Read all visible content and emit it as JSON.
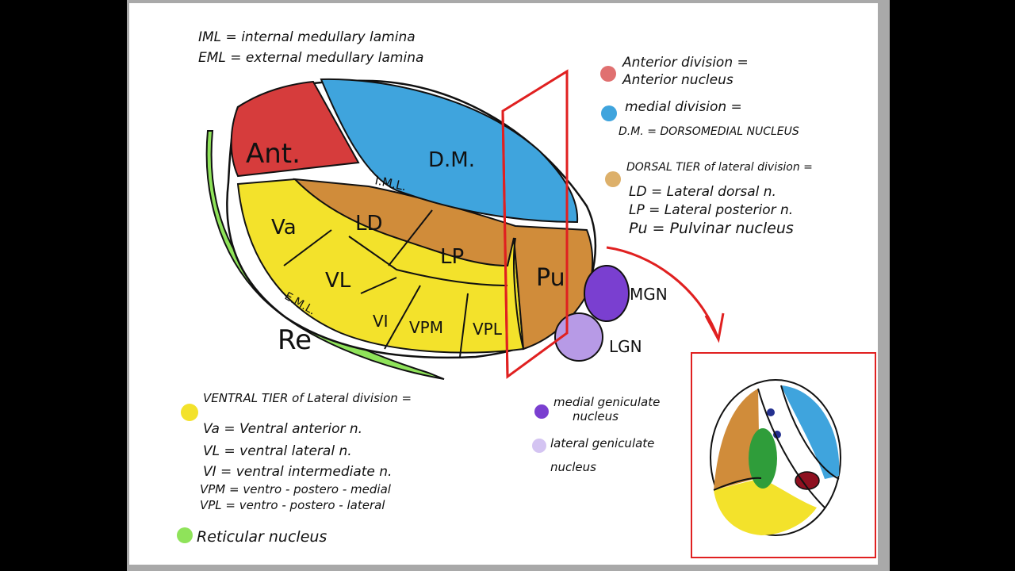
{
  "definitions": {
    "iml": "IML = internal medullary lamina",
    "eml": "EML = external medullary lamina"
  },
  "regions": {
    "ant": "Ant.",
    "dm": "D.M.",
    "iml": "I.M.L.",
    "va": "Va",
    "ld": "LD",
    "lp": "LP",
    "pu": "Pu",
    "vl": "VL",
    "vi": "VI",
    "vpm": "VPM",
    "vpl": "VPL",
    "eml": "E.M.L.",
    "re": "Re",
    "mgn": "MGN",
    "lgn": "LGN"
  },
  "legend_top": {
    "anterior": [
      "Anterior division =",
      "Anterior nucleus"
    ],
    "medial": [
      "medial division =",
      "D.M. = DORSOMEDIAL NUCLEUS"
    ],
    "dorsal": [
      "DORSAL TIER of lateral division =",
      "LD = Lateral dorsal n.",
      "LP = Lateral posterior n.",
      "Pu = Pulvinar nucleus"
    ]
  },
  "legend_ventral": {
    "heading": "VENTRAL TIER of Lateral division =",
    "lines": [
      "Va = Ventral anterior n.",
      "VL = ventral lateral n.",
      "VI = ventral intermediate n.",
      "VPM = ventro - postero - medial",
      "VPL = ventro - postero - lateral"
    ]
  },
  "legend_reticular": "Reticular nucleus",
  "legend_geniculate": {
    "medial": [
      "medial geniculate",
      "nucleus"
    ],
    "lateral": [
      "lateral geniculate",
      "nucleus"
    ]
  },
  "colors": {
    "anterior": "#d63c3c",
    "medial": "#3fa4dd",
    "dorsal": "#d08c3a",
    "ventral": "#f3e22b",
    "reticular": "#8fe35a",
    "mgn": "#7a3fd0",
    "lgn": "#b79ae6",
    "annotation": "#e02020"
  }
}
